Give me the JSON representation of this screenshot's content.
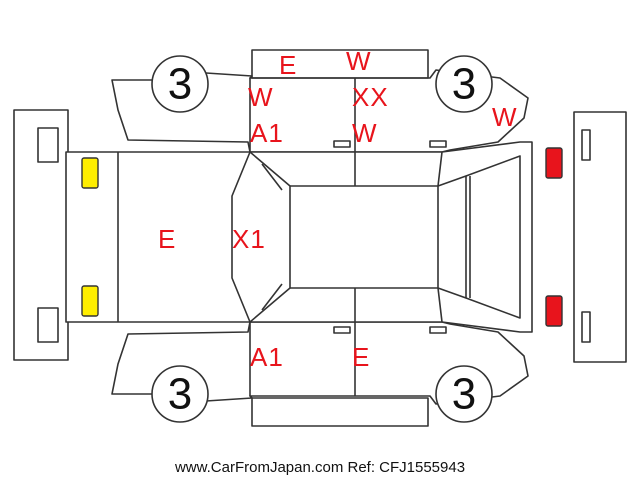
{
  "tires": {
    "front_left": "3",
    "front_right": "3",
    "rear_left": "3",
    "rear_right": "3"
  },
  "damage_marks": {
    "upper_roof_left": "E",
    "upper_roof_right": "W",
    "left_fender_upper": "W",
    "left_pillar_upper": "A1",
    "right_door_upper_1": "XX",
    "right_door_upper_2": "W",
    "rear_quarter_top": "W",
    "hood": "E",
    "windshield": "X1",
    "left_pillar_lower": "A1",
    "right_door_lower": "E"
  },
  "lamp_colors": {
    "front": "#ffee00",
    "rear": "#e8141c"
  },
  "footer": "www.CarFromJapan.com Ref: CFJ1555943"
}
